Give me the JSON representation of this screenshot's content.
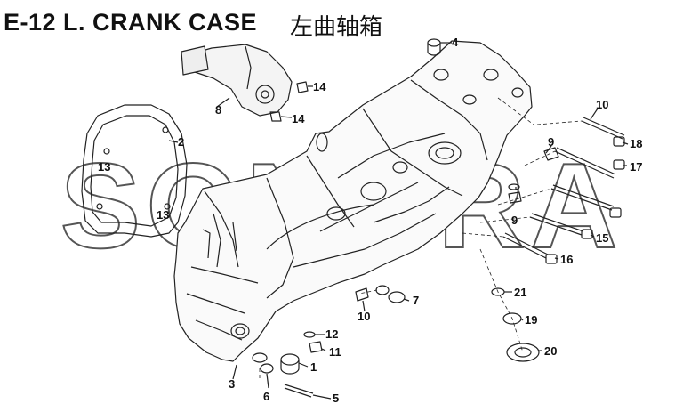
{
  "title": "E-12 L. CRANK CASE",
  "title_cn": "左曲轴箱",
  "watermark": "SONORA",
  "callouts": [
    {
      "id": "c1",
      "label": "1"
    },
    {
      "id": "c2",
      "label": "2"
    },
    {
      "id": "c3",
      "label": "3"
    },
    {
      "id": "c4",
      "label": "4"
    },
    {
      "id": "c5",
      "label": "5"
    },
    {
      "id": "c6",
      "label": "6"
    },
    {
      "id": "c7",
      "label": "7"
    },
    {
      "id": "c8",
      "label": "8"
    },
    {
      "id": "c9a",
      "label": "9"
    },
    {
      "id": "c9b",
      "label": "9"
    },
    {
      "id": "c10a",
      "label": "10"
    },
    {
      "id": "c10b",
      "label": "10"
    },
    {
      "id": "c11",
      "label": "11"
    },
    {
      "id": "c12",
      "label": "12"
    },
    {
      "id": "c13a",
      "label": "13"
    },
    {
      "id": "c13b",
      "label": "13"
    },
    {
      "id": "c14a",
      "label": "14"
    },
    {
      "id": "c14b",
      "label": "14"
    },
    {
      "id": "c15",
      "label": "15"
    },
    {
      "id": "c16",
      "label": "16"
    },
    {
      "id": "c17",
      "label": "17"
    },
    {
      "id": "c18",
      "label": "18"
    },
    {
      "id": "c19",
      "label": "19"
    },
    {
      "id": "c20",
      "label": "20"
    },
    {
      "id": "c21",
      "label": "21"
    }
  ]
}
